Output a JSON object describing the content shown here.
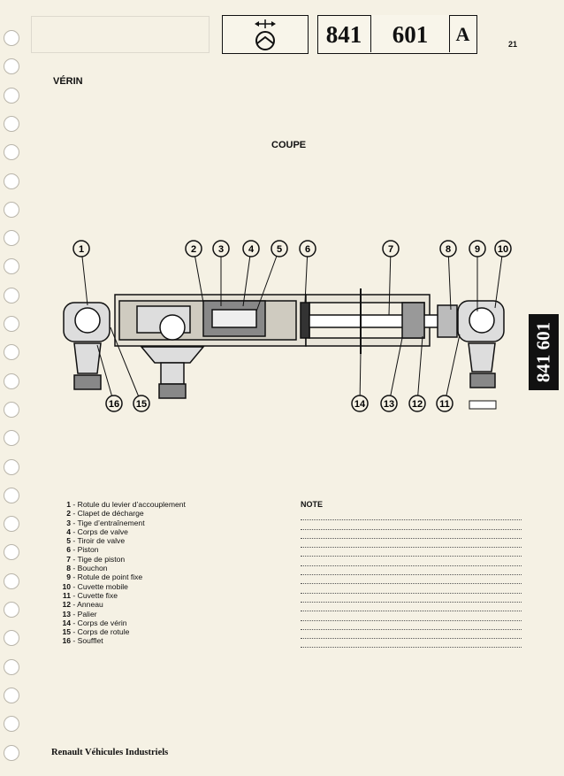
{
  "header": {
    "symbol": "steering-wheel-icon",
    "group": "841",
    "section": "601",
    "revision": "A",
    "page_number": "21"
  },
  "titles": {
    "main": "VÉRIN",
    "section": "COUPE"
  },
  "drawing": {
    "callouts_top": [
      "1",
      "2",
      "3",
      "4",
      "5",
      "6",
      "7",
      "8",
      "9",
      "10"
    ],
    "callouts_bottom": [
      "16",
      "15",
      "14",
      "13",
      "12",
      "11"
    ]
  },
  "legend": [
    {
      "n": "1",
      "label": "- Rotule du levier d’accouplement"
    },
    {
      "n": "2",
      "label": "- Clapet de décharge"
    },
    {
      "n": "3",
      "label": "- Tige d’entraînement"
    },
    {
      "n": "4",
      "label": "- Corps de valve"
    },
    {
      "n": "5",
      "label": "- Tiroir de valve"
    },
    {
      "n": "6",
      "label": "- Piston"
    },
    {
      "n": "7",
      "label": "- Tige de piston"
    },
    {
      "n": "8",
      "label": "- Bouchon"
    },
    {
      "n": "9",
      "label": "- Rotule de point fixe"
    },
    {
      "n": "10",
      "label": "- Cuvette mobile"
    },
    {
      "n": "11",
      "label": "- Cuvette fixe"
    },
    {
      "n": "12",
      "label": "- Anneau"
    },
    {
      "n": "13",
      "label": "- Palier"
    },
    {
      "n": "14",
      "label": "- Corps de vérin"
    },
    {
      "n": "15",
      "label": "- Corps de rotule"
    },
    {
      "n": "16",
      "label": "- Soufflet"
    }
  ],
  "note": {
    "title": "NOTE"
  },
  "side_tab": "841 601",
  "footer": "Renault Véhicules Industriels"
}
